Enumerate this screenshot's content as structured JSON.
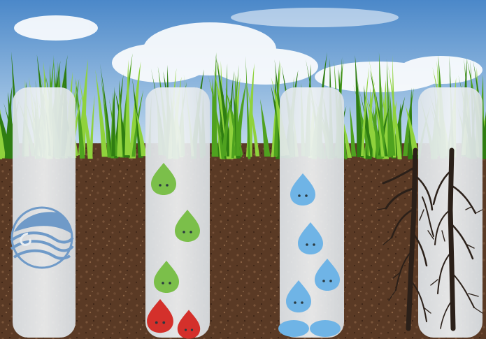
{
  "scene": {
    "sky_top": "#4b88c9",
    "sky_bottom": "#cfe3f2",
    "grass_dark": "#2f7d12",
    "grass_light": "#8fd23c",
    "soil_color": "#5b3b26",
    "tube_color": "#e9eef2"
  },
  "tubes": [
    {
      "name": "tube-water-logo",
      "icon": "wave-circle-icon",
      "icon_color": "#6f9ac8"
    },
    {
      "name": "tube-green-red-drops",
      "green_drops": 3,
      "red_drops": 2,
      "green_color": "#7bbf4a",
      "red_color": "#d4302b"
    },
    {
      "name": "tube-blue-drops",
      "blue_drops": 6,
      "blue_color": "#6fb4e6"
    },
    {
      "name": "tube-roots",
      "icon": "root-system-icon",
      "root_color": "#2b2019"
    }
  ]
}
